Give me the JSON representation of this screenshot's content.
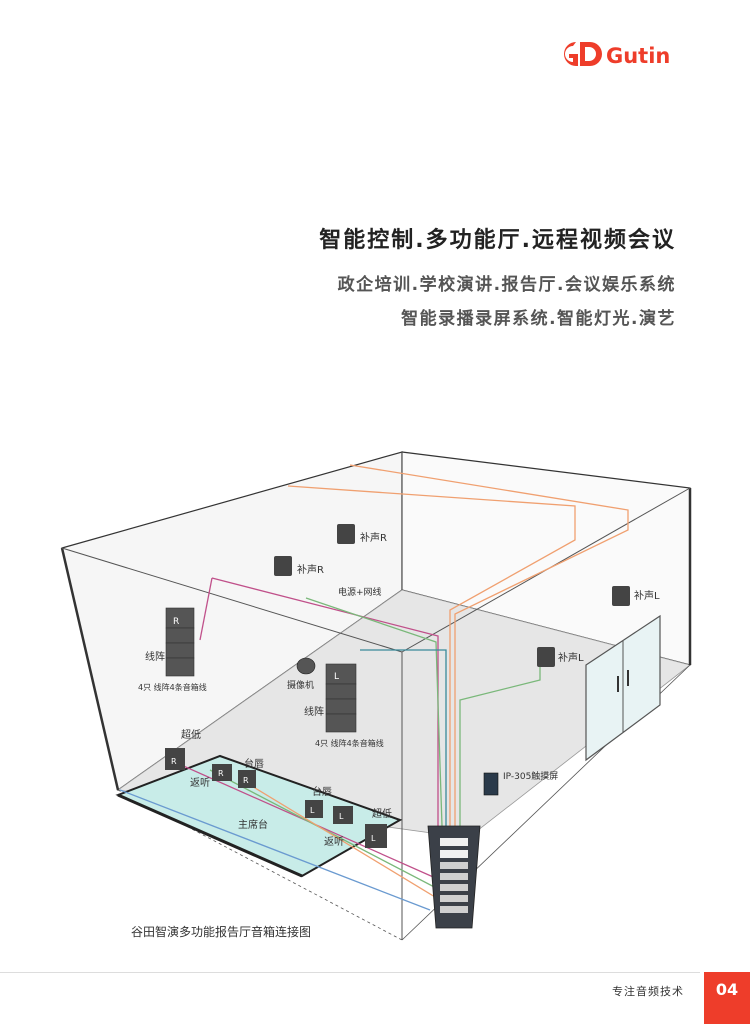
{
  "brand": {
    "name": "Gutin",
    "mark": "GD",
    "color": "#ee3d2a"
  },
  "headline": {
    "title": "智能控制.多功能厅.远程视频会议",
    "line2": "政企培训.学校演讲.报告厅.会议娱乐系统",
    "line3": "智能录播录屏系统.智能灯光.演艺"
  },
  "diagram": {
    "caption": "谷田智演多功能报告厅音箱连接图",
    "labels": {
      "fill_r_1": "补声R",
      "fill_r_2": "补声R",
      "fill_l_1": "补声L",
      "fill_l_2": "补声L",
      "power_network": "电源+网线",
      "line_array_r": "线阵",
      "line_array_r_sub": "4只 线阵4条音箱线",
      "camera": "摄像机",
      "line_array_l": "线阵",
      "line_array_l_sub": "4只 线阵4条音箱线",
      "sub_r": "超低",
      "monitor_r": "返听",
      "podium_r": "台唇",
      "main_stage": "主席台",
      "podium_l": "台唇",
      "monitor_l": "返听",
      "sub_l": "超低",
      "touch_panel": "IP-305触摸屏"
    },
    "speaker_letters": {
      "right": "R",
      "left": "L"
    },
    "line_colors": {
      "orange": "#f0a070",
      "magenta": "#c0508a",
      "green": "#7ab87a",
      "teal": "#3a8a9a",
      "blue": "#6a9ad0"
    }
  },
  "footer": {
    "slogan": "专注音频技术",
    "page": "04"
  }
}
